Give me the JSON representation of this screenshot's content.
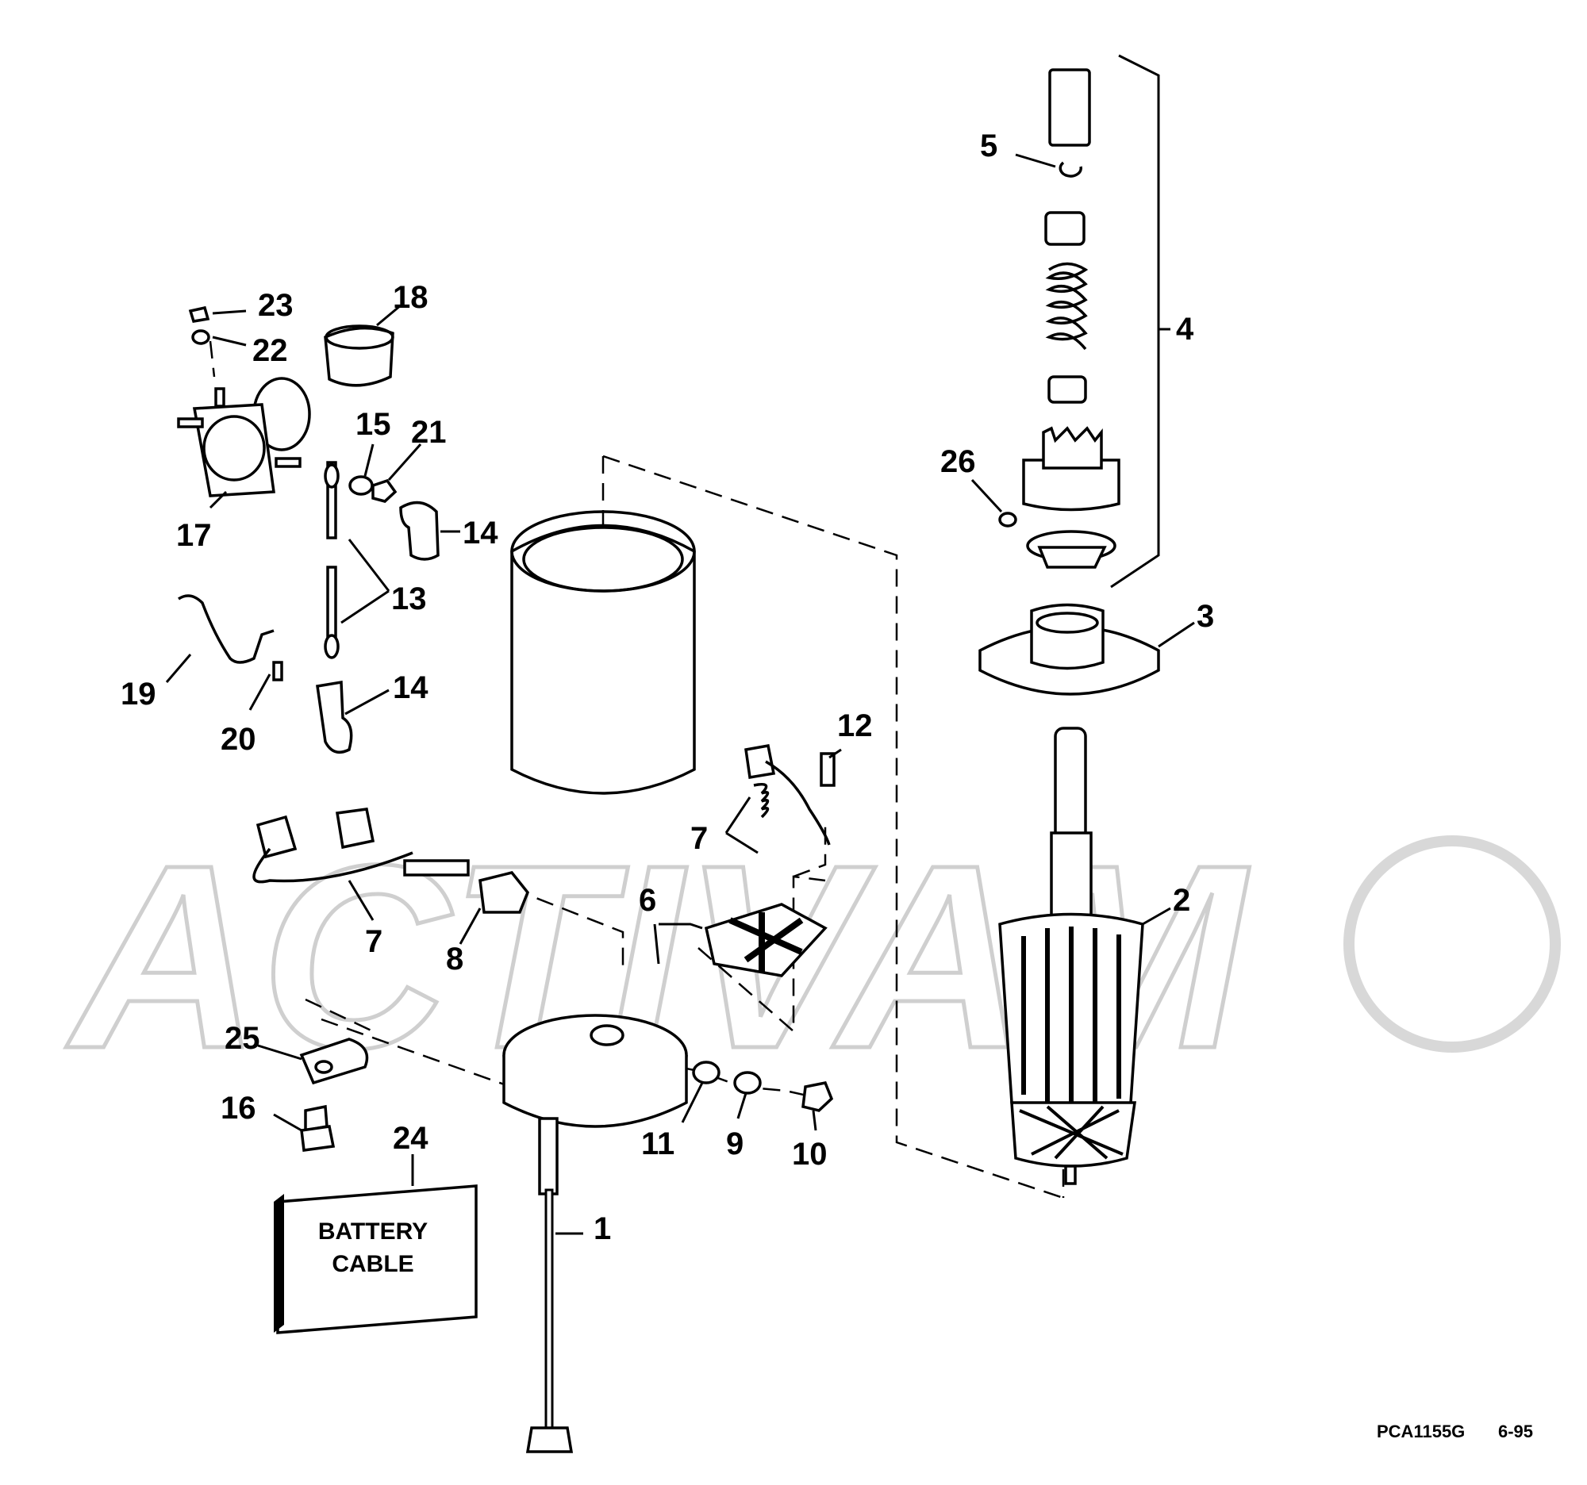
{
  "watermark": "ACTIVAM",
  "callouts": [
    {
      "id": "c1",
      "text": "1"
    },
    {
      "id": "c2",
      "text": "2"
    },
    {
      "id": "c3",
      "text": "3"
    },
    {
      "id": "c4",
      "text": "4"
    },
    {
      "id": "c5",
      "text": "5"
    },
    {
      "id": "c6",
      "text": "6"
    },
    {
      "id": "c7a",
      "text": "7"
    },
    {
      "id": "c7b",
      "text": "7"
    },
    {
      "id": "c8",
      "text": "8"
    },
    {
      "id": "c9",
      "text": "9"
    },
    {
      "id": "c10",
      "text": "10"
    },
    {
      "id": "c11",
      "text": "11"
    },
    {
      "id": "c12",
      "text": "12"
    },
    {
      "id": "c13",
      "text": "13"
    },
    {
      "id": "c14a",
      "text": "14"
    },
    {
      "id": "c14b",
      "text": "14"
    },
    {
      "id": "c15",
      "text": "15"
    },
    {
      "id": "c16",
      "text": "16"
    },
    {
      "id": "c17",
      "text": "17"
    },
    {
      "id": "c18",
      "text": "18"
    },
    {
      "id": "c19",
      "text": "19"
    },
    {
      "id": "c20",
      "text": "20"
    },
    {
      "id": "c21",
      "text": "21"
    },
    {
      "id": "c22",
      "text": "22"
    },
    {
      "id": "c23",
      "text": "23"
    },
    {
      "id": "c24",
      "text": "24"
    },
    {
      "id": "c25",
      "text": "25"
    },
    {
      "id": "c26",
      "text": "26"
    }
  ],
  "battery_label": {
    "line1": "BATTERY",
    "line2": "CABLE"
  },
  "reference": {
    "code": "PCA1155G",
    "date": "6-95"
  }
}
